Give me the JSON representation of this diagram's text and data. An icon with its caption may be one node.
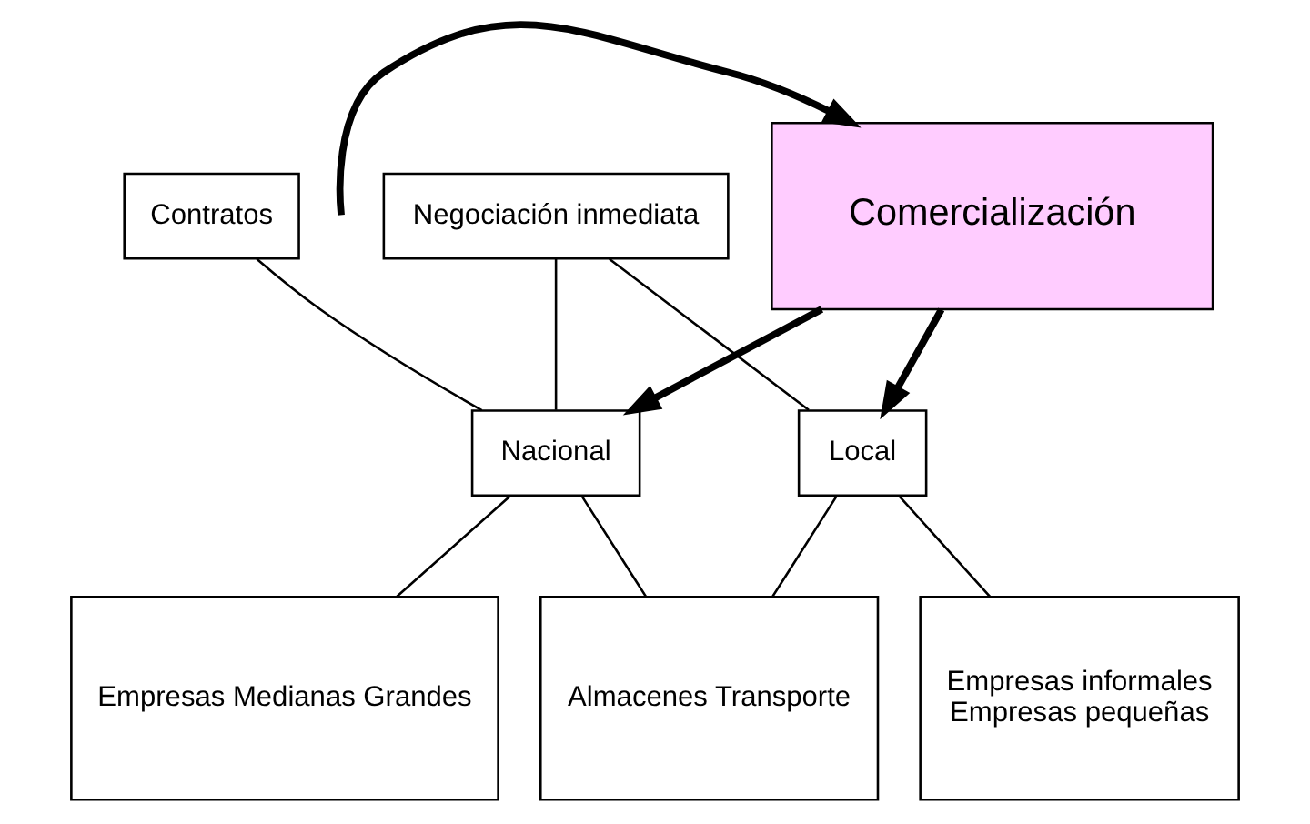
{
  "diagram": {
    "nodes": [
      {
        "text": [
          "Comercialización"
        ]
      },
      {
        "text": [
          "Negociación inmediata"
        ]
      },
      {
        "text": [
          "Contratos"
        ]
      },
      {
        "text": [
          "Nacional"
        ]
      },
      {
        "text": [
          "Local"
        ]
      },
      {
        "text": [
          "Empresas informales",
          "Empresas pequeñas"
        ]
      },
      {
        "text": [
          "Almacenes Transporte"
        ]
      },
      {
        "text": [
          "Empresas Medianas Grandes"
        ]
      }
    ],
    "edges": [
      {
        "from": null,
        "to": 0,
        "arrow": "to",
        "style": "thick"
      },
      {
        "from": 0,
        "to": 3,
        "arrow": "to",
        "style": "thick"
      },
      {
        "from": 0,
        "to": 4,
        "arrow": "to",
        "style": "thick"
      },
      {
        "from": 1,
        "to": 4,
        "arrow": "none"
      },
      {
        "from": 1,
        "to": 3,
        "arrow": "none"
      },
      {
        "from": 2,
        "to": 3,
        "arrow": "none"
      },
      {
        "from": 4,
        "to": 5,
        "arrow": "none"
      },
      {
        "from": 4,
        "to": 6,
        "arrow": "none"
      },
      {
        "from": 3,
        "to": 6,
        "arrow": "none"
      },
      {
        "from": 3,
        "to": 7,
        "arrow": "none"
      }
    ]
  }
}
